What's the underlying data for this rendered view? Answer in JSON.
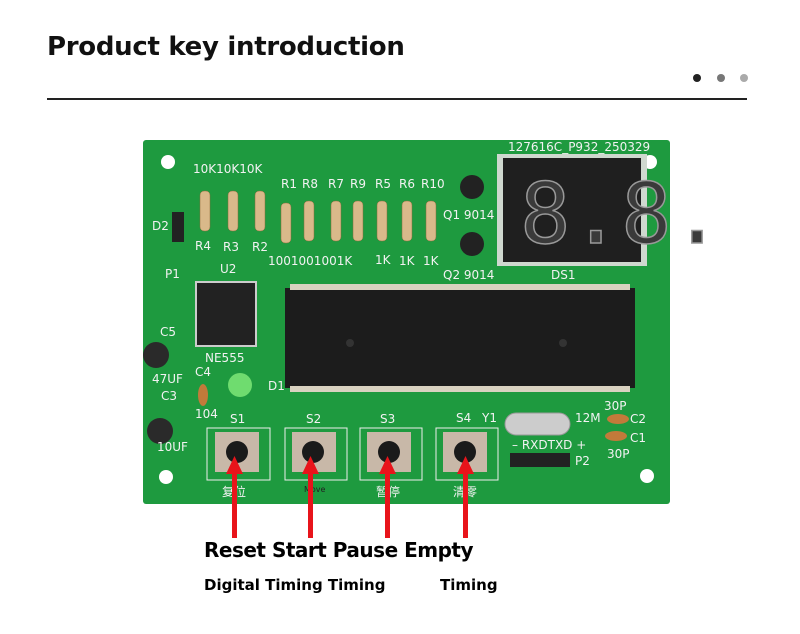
{
  "header": {
    "title": "Product key introduction",
    "carousel_dots": 3
  },
  "board": {
    "serial": "127616C_P932_250329",
    "labels": {
      "top_res_values": "10K10K10K",
      "r1": "R1",
      "r8": "R8",
      "r7": "R7",
      "r9": "R9",
      "r5": "R5",
      "r6": "R6",
      "r10": "R10",
      "r4": "R4",
      "r3": "R3",
      "r2": "R2",
      "bottom_res_values": "1001001001K",
      "k1a": "1K",
      "k1b": "1K",
      "k1c": "1K",
      "d2": "D2",
      "p1": "P1",
      "u2": "U2",
      "ne555": "NE555",
      "c5": "C5",
      "c47": "47UF",
      "c4": "C4",
      "c3": "C3",
      "c104": "104",
      "c10": "10UF",
      "d1": "D1",
      "q1": "Q1 9014",
      "q2": "Q2 9014",
      "ds1": "DS1",
      "s1": "S1",
      "s2": "S2",
      "s3": "S3",
      "s4": "S4",
      "y1": "Y1",
      "m12": "12M",
      "p30a": "30P",
      "c2": "C2",
      "c1": "C1",
      "p30b": "30P",
      "rxtx": "– RXDTXD +",
      "p2": "P2",
      "btn1": "复位",
      "btn2": "Move",
      "btn3": "暂停",
      "btn4": "清零"
    },
    "display_digits": "8.8."
  },
  "captions": {
    "line1": "Reset Start Pause Empty",
    "line2a": "Digital Timing Timing",
    "line2b": "Timing"
  },
  "colors": {
    "pcb": "#1e9a3f",
    "arrow": "#e8141b",
    "chip": "#1c1c1c"
  }
}
